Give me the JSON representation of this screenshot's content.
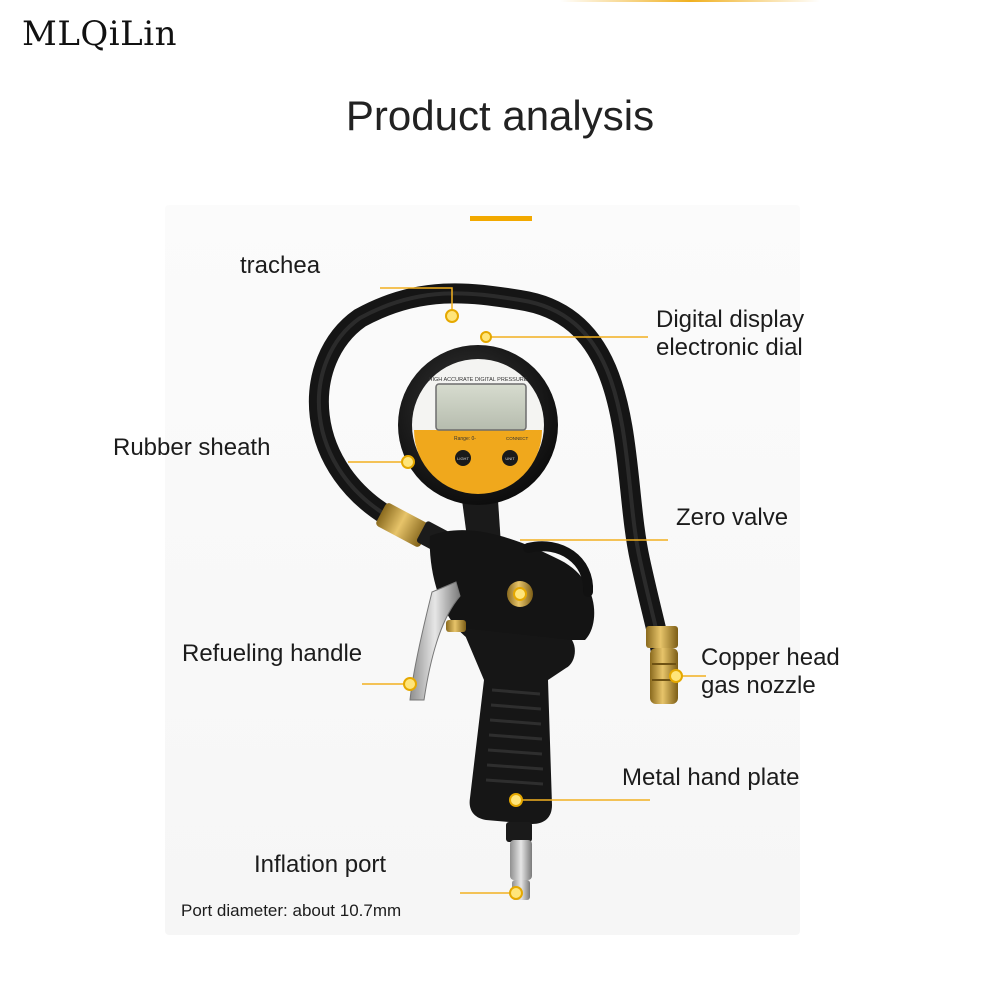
{
  "brand": "MLQiLin",
  "title": "Product analysis",
  "accent_color": "#f2a900",
  "callouts": {
    "trachea": "trachea",
    "digital_display": [
      "Digital display",
      "electronic dial"
    ],
    "rubber_sheath": "Rubber sheath",
    "zero_valve": "Zero valve",
    "refueling_handle": "Refueling handle",
    "copper_head": [
      "Copper head",
      "gas nozzle"
    ],
    "metal_hand_plate": "Metal hand plate",
    "inflation_port": "Inflation port",
    "port_diameter": "Port diameter: about 10.7mm"
  },
  "gauge": {
    "face_title": "HIGH ACCURATE DIGITAL PRESSURE",
    "range_text": "Range: 0-",
    "btn_left": "LIGHT",
    "btn_right": "UNIT",
    "zero_label": "CONNECT"
  }
}
